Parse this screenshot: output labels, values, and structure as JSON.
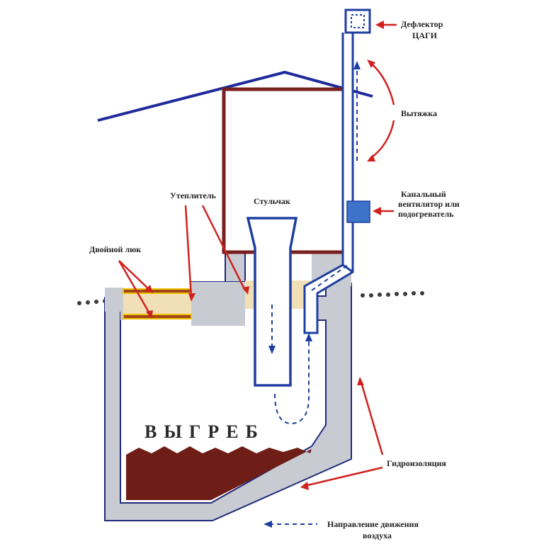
{
  "labels": {
    "deflector_line1": "Дефлектор",
    "deflector_line2": "ЦАГИ",
    "exhaust": "Вытяжка",
    "fan_line1": "Канальный",
    "fan_line2": "вентилятор или",
    "fan_line3": "подогреватель",
    "insulation": "Утеплитель",
    "seat": "Стульчак",
    "double_hatch": "Двойной люк",
    "cesspit": "ВЫГРЕБ",
    "waterproofing": "Гидроизоляция",
    "airflow_line1": "Направление движения",
    "airflow_line2": "воздуха"
  },
  "colors": {
    "wall": "#c9cbd3",
    "wall_outline": "#1f2a7a",
    "roof": "#1f2a9a",
    "cabin": "#7a1f1f",
    "pipe": "#1f3fa0",
    "insulation": "#f1dfb8",
    "waste": "#6e1e16",
    "arrow": "#d0211d",
    "hatch": "#f2c200"
  }
}
